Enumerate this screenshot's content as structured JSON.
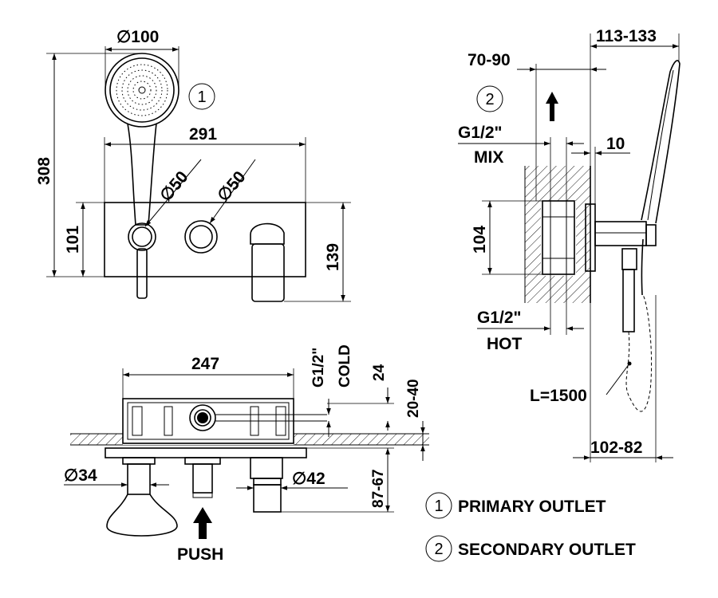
{
  "front_view": {
    "dim_diameter_handshower": "100",
    "dim_width_plate": "291",
    "dim_height_total": "308",
    "dim_height_left": "101",
    "dim_height_right": "139",
    "dim_diameter_left_knob": "50",
    "dim_diameter_right_knob": "50",
    "callout_handshower": "1"
  },
  "side_view": {
    "dim_projection": "113-133",
    "dim_wall_depth": "70-90",
    "callout_secondary": "2",
    "label_mix_thread": "G1/2\"",
    "label_mix": "MIX",
    "dim_plate_thickness": "10",
    "dim_body_height": "104",
    "label_hot_thread": "G1/2\"",
    "label_hot": "HOT",
    "label_hose_length": "L=1500",
    "dim_bottom_projection": "102-82"
  },
  "top_view": {
    "dim_width_box": "247",
    "label_cold_thread": "G1/2\"",
    "label_cold": "COLD",
    "dim_inlet_offset": "24",
    "dim_recess_depth": "20-40",
    "dim_diameter_diverter": "34",
    "dim_diameter_spout": "42",
    "dim_spout_projection": "87-67",
    "label_push": "PUSH"
  },
  "legend": {
    "items": [
      {
        "number": "1",
        "text": "PRIMARY OUTLET"
      },
      {
        "number": "2",
        "text": "SECONDARY OUTLET"
      }
    ]
  },
  "diameter_symbol": "∅"
}
